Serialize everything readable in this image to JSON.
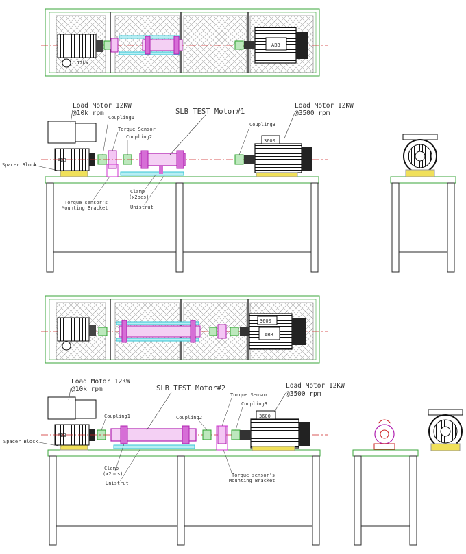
{
  "colors": {
    "frame": "#2a2a2a",
    "enclosure": "#3aa63a",
    "hatch": "#9a9a9a",
    "shaft": "#cc2222",
    "test_motor": "#b020b0",
    "bracket": "#d030d0",
    "unistrut": "#33c6d6",
    "spacer": "#f0e05a",
    "motor": "#111111",
    "coupling": "#2ca02c"
  },
  "icons": {
    "load_motor_plan": "motor-icon",
    "abb_motor": "motor-icon",
    "abb_end_view": "motor-end-view-icon"
  },
  "top_system": {
    "plan_view": {
      "motor_small_tag": "12kW",
      "abb_logo": "ABB"
    },
    "elevation": {
      "load_motor_label": "Load Motor 12KW",
      "load_motor_speed": "@10k rpm",
      "test_motor_label": "SLB TEST Motor#1",
      "abb_motor_label": "Load Motor 12KW",
      "abb_motor_speed": "@3500 rpm",
      "coupling1": "Coupling1",
      "torque_sensor": "Torque Sensor",
      "coupling2": "Coupling2",
      "coupling3": "Coupling3",
      "spacer_block": "Spacer Block",
      "bracket_line1": "Torque sensor's",
      "bracket_line2": "Mounting Bracket",
      "clamp_line1": "Clamp",
      "clamp_line2": "(x2pcs)",
      "unistrut": "Unistrut",
      "abb_plate": "3600",
      "abb_logo": "ABB"
    }
  },
  "bottom_system": {
    "plan_view": {
      "abb_plate": "3600",
      "abb_logo": "ABB"
    },
    "elevation": {
      "load_motor_label": "Load Motor 12KW",
      "load_motor_speed": "@10k rpm",
      "test_motor_label": "SLB TEST Motor#2",
      "abb_motor_label": "Load Motor 12KW",
      "abb_motor_speed": "@3500 rpm",
      "coupling1": "Coupling1",
      "coupling2": "Coupling2",
      "coupling3": "Coupling3",
      "torque_sensor": "Torque Sensor",
      "spacer_block": "Spacer Block",
      "clamp_line1": "Clamp",
      "clamp_line2": "(x2pcs)",
      "unistrut": "Unistrut",
      "bracket_line1": "Torque sensor's",
      "bracket_line2": "Mounting Bracket",
      "abb_plate": "3600",
      "abb_logo": "ABB"
    }
  }
}
